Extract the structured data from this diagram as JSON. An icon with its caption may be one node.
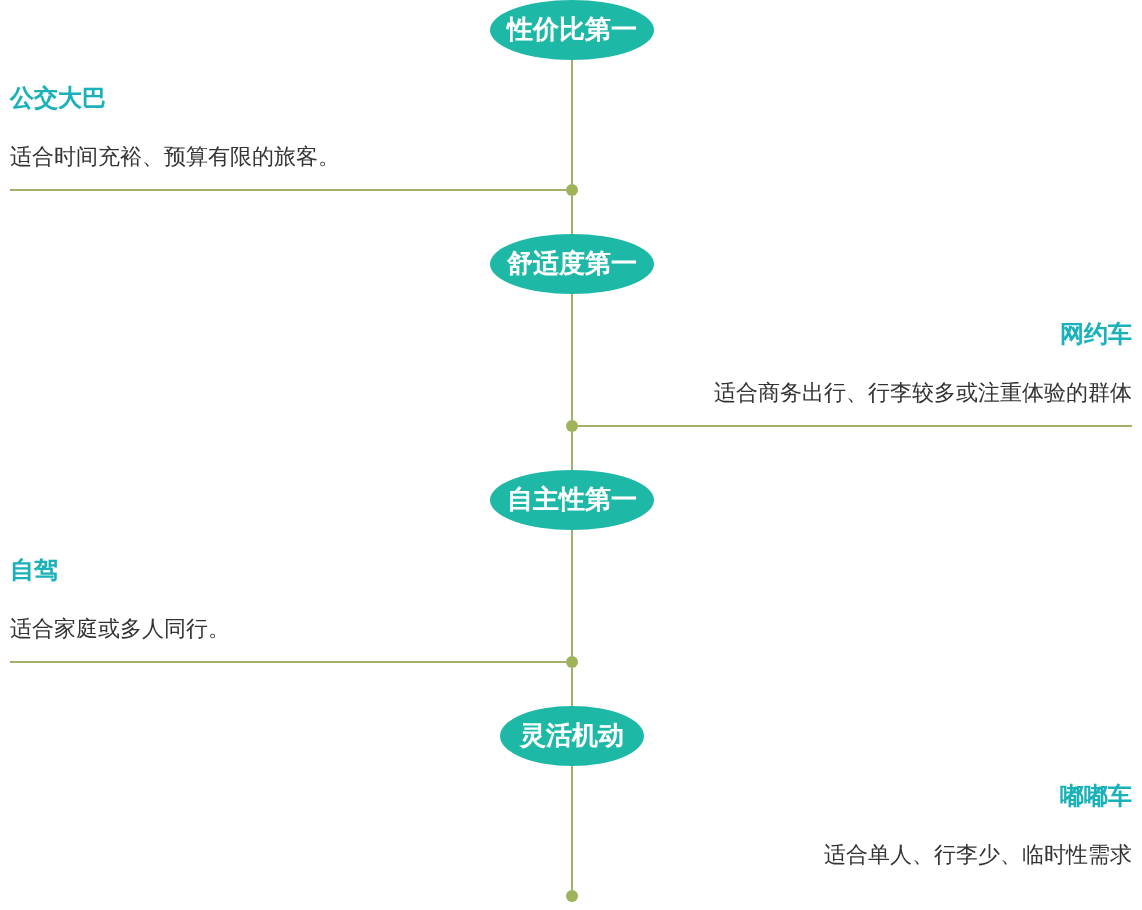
{
  "diagram": {
    "nodes": [
      {
        "text": [
          "性价比第一"
        ]
      },
      {
        "text": [
          "公交大巴",
          "适合时间充裕、预算有限的旅客。"
        ]
      },
      {
        "text": [],
        "shape": "circle"
      },
      {
        "text": [
          "舒适度第一"
        ]
      },
      {
        "text": [
          "网约车",
          "适合商务出行、行李较多或注重体验的群体"
        ]
      },
      {
        "text": [],
        "shape": "circle"
      },
      {
        "text": [
          "自主性第一"
        ]
      },
      {
        "text": [
          "自驾",
          "适合家庭或多人同行。"
        ]
      },
      {
        "text": [],
        "shape": "circle"
      },
      {
        "text": [
          "灵活机动"
        ]
      },
      {
        "text": [
          "嘟嘟车",
          "适合单人、行李少、临时性需求"
        ]
      },
      {
        "text": [],
        "shape": "circle"
      }
    ],
    "edges": [
      {
        "from": 0,
        "to": 2,
        "arrow": "none"
      },
      {
        "from": 1,
        "to": 2,
        "arrow": "none"
      },
      {
        "from": 2,
        "to": 3,
        "arrow": "none"
      },
      {
        "from": 3,
        "to": 5,
        "arrow": "none"
      },
      {
        "from": 4,
        "to": 5,
        "arrow": "none"
      },
      {
        "from": 5,
        "to": 6,
        "arrow": "none"
      },
      {
        "from": 6,
        "to": 8,
        "arrow": "none"
      },
      {
        "from": 7,
        "to": 8,
        "arrow": "none"
      },
      {
        "from": 8,
        "to": 9,
        "arrow": "none"
      },
      {
        "from": 9,
        "to": 11,
        "arrow": "none"
      }
    ]
  }
}
